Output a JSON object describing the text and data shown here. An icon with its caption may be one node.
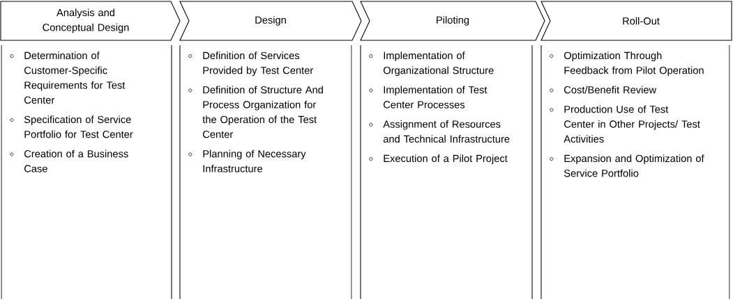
{
  "diagram": {
    "nodes": [
      {
        "text": [
          "Analysis and Conceptual Design"
        ]
      },
      {
        "text": [
          "Design"
        ]
      },
      {
        "text": [
          "Piloting"
        ]
      },
      {
        "text": [
          "Roll-Out"
        ]
      },
      {
        "text": [
          "Determination of Customer-Specific Requirements for Test Center",
          "Specification of Service Portfolio for Test Center",
          "Creation of a Business Case"
        ]
      },
      {
        "text": [
          "Definition of Services Provided by Test Center",
          "Definition of Structure And Process Organization for the Operation of the Test Center",
          "Planning of Necessary Infrastructure"
        ]
      },
      {
        "text": [
          "Implementation of Organizational Structure",
          "Implementation of Test Center Processes",
          "Assignment of Resources and Technical Infrastructure",
          "Execution of a Pilot Project"
        ]
      },
      {
        "text": [
          "Optimization Through Feedback from Pilot Operation",
          "Cost/Benefit Review",
          "Production Use of Test Center in Other Projects/ Test Activities",
          "Expansion and Optimization of Service Portfolio"
        ]
      }
    ]
  }
}
